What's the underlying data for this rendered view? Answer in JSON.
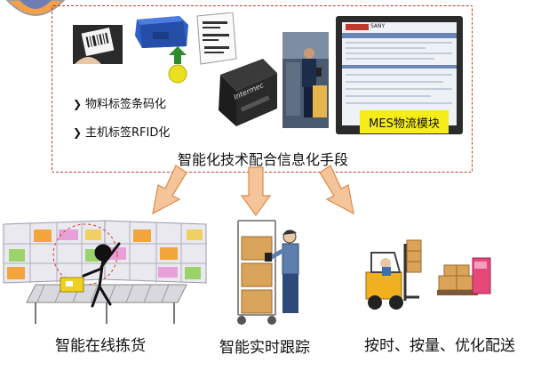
{
  "top_box": {
    "bullets": [
      {
        "icon": "chevron-right-icon",
        "text": "物料标签条码化"
      },
      {
        "icon": "chevron-right-icon",
        "text": "主机标签RFID化"
      }
    ],
    "mes_label": "MES物流模块",
    "mes_brand": "SANY",
    "tag_text": "Intermec",
    "middle_title": "智能化技术配合信息化手段"
  },
  "captions": {
    "left": "智能在线拣货",
    "middle": "智能实时跟踪",
    "right": "按时、按量、优化配送"
  },
  "colors": {
    "dashed_border": "#c0392b",
    "arrow_fill": "#f4c49a",
    "arrow_stroke": "#e08a45",
    "mes_label_bg": "#f5ec19",
    "box_orange": "#f2a53a",
    "bin_blue": "#2f5fc7"
  }
}
